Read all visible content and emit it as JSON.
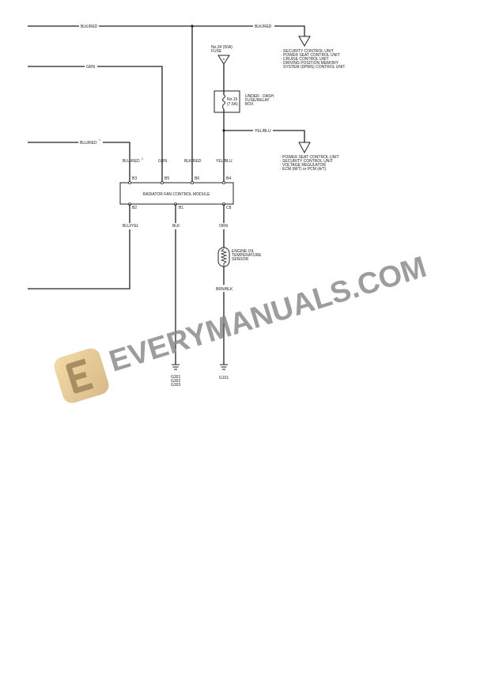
{
  "wires": {
    "top_blk_red_left": "BLK/RED",
    "top_blk_red_right": "BLK/RED",
    "grn": "GRN",
    "blu_red": "BLU/RED",
    "blu_red_note": "1",
    "yel_blu_branch": "YEL/BLU"
  },
  "fuse": {
    "main_label_1": "No.34 (50A)",
    "main_label_2": "FUSE",
    "main_marker": "A",
    "box_fuse_1": "No.15",
    "box_fuse_2": "(7.5A)",
    "box_label_1": "UNDER - DASH",
    "box_label_2": "FUSE/RELAY",
    "box_label_3": "BOX"
  },
  "destinations_1": [
    "· SECURITY CONTROL UNIT",
    "· POWER SEAT CONTROL UNIT",
    "· CRUISE CONTROL UNIT",
    "· DRIVING POSITION MEMORY",
    "  SYSTEM (DPMS) CONTROL UNIT"
  ],
  "destinations_2": [
    "· POWER SEAT CONTROL UNIT",
    "· SECURITY CONTROL UNIT",
    "· VOLTAGE REGULATOR",
    "· ECM (M/T) or PCM (A/T)"
  ],
  "module": {
    "title": "RADIATOR FAN CONTROL MODULE",
    "top_pins": [
      {
        "pin": "B3",
        "wire": "BLU/RED",
        "note": "1"
      },
      {
        "pin": "B5",
        "wire": "GRN"
      },
      {
        "pin": "B6",
        "wire": "BLK/RED"
      },
      {
        "pin": "B4",
        "wire": "YEL/BLU"
      }
    ],
    "bottom_pins": [
      {
        "pin": "B2",
        "wire": "BLU/YEL"
      },
      {
        "pin": "B1",
        "wire": "BLK"
      },
      {
        "pin": "C8",
        "wire": "ORN"
      }
    ]
  },
  "sensor": {
    "label_1": "ENGINE OIL",
    "label_2": "TEMPERATURE",
    "label_3": "SENSOR",
    "wire_out": "BRN/BLK"
  },
  "grounds": {
    "g1": [
      "G301",
      "G302",
      "G303"
    ],
    "g2": "G101"
  },
  "watermark": {
    "text": "EVERYMANUALS.COM",
    "logo_letter": "E",
    "text_color": "#8c8c8c",
    "logo_color": "#e2c48a"
  }
}
